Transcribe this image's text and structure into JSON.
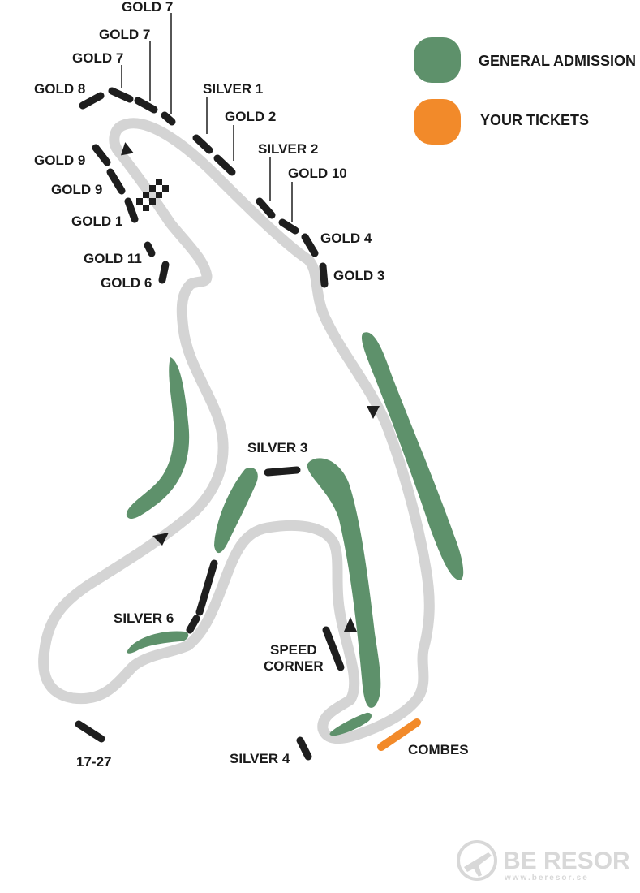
{
  "legend": {
    "general_admission": {
      "label": "GENERAL ADMISSION",
      "color": "#5e916b"
    },
    "your_tickets": {
      "label": "YOUR TICKETS",
      "color": "#f28a2a"
    }
  },
  "colors": {
    "track": "#d4d4d4",
    "stand": "#1e1e1e",
    "ga": "#5e916b",
    "tickets": "#f28a2a"
  },
  "labels": {
    "gold7_a": "GOLD 7",
    "gold7_b": "GOLD 7",
    "gold7_c": "GOLD 7",
    "gold8": "GOLD 8",
    "silver1": "SILVER 1",
    "gold2": "GOLD 2",
    "silver2": "SILVER 2",
    "gold10": "GOLD 10",
    "gold4": "GOLD 4",
    "gold3": "GOLD 3",
    "gold9_a": "GOLD 9",
    "gold9_b": "GOLD 9",
    "gold1": "GOLD 1",
    "gold11": "GOLD 11",
    "gold6": "GOLD 6",
    "silver3": "SILVER 3",
    "silver6": "SILVER 6",
    "speed_corner_1": "SPEED",
    "speed_corner_2": "CORNER",
    "stand_17_27": "17-27",
    "silver4": "SILVER 4",
    "combes": "COMBES"
  },
  "logo": {
    "name": "BE RESOR",
    "url": "www.beresor.se"
  }
}
